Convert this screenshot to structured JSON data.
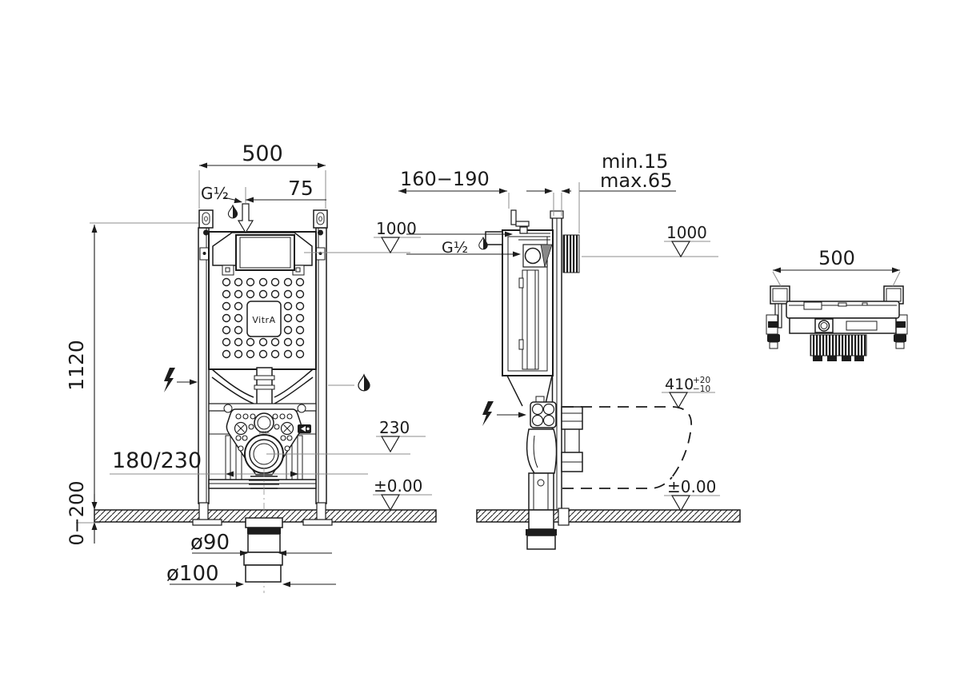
{
  "front": {
    "width": "500",
    "inlet_offset": "75",
    "inlet_thread": "G½",
    "height": "1120",
    "level_top": "1000",
    "drain_offset": "180/230",
    "level_drain": "230",
    "level_floor": "±0.00",
    "floor_thickness": "0−200",
    "drain_outer": "ø90",
    "drain_sleeve": "ø100",
    "bracket_scale_left": "0",
    "bracket_scale_right": "0",
    "plate_logo": "VitrA",
    "plate_mark": "VITRA"
  },
  "side": {
    "depth": "160−190",
    "finish_min": "min.15",
    "finish_max": "max.65",
    "inlet_thread": "G½",
    "level_top": "1000",
    "bowl_height": "410",
    "bowl_height_plus": "+20",
    "bowl_height_minus": "−10",
    "level_floor": "±0.00"
  },
  "top": {
    "width": "500"
  },
  "colors": {
    "line": "#1c1c1c",
    "ref": "#8d8d8d",
    "bg": "#ffffff"
  }
}
